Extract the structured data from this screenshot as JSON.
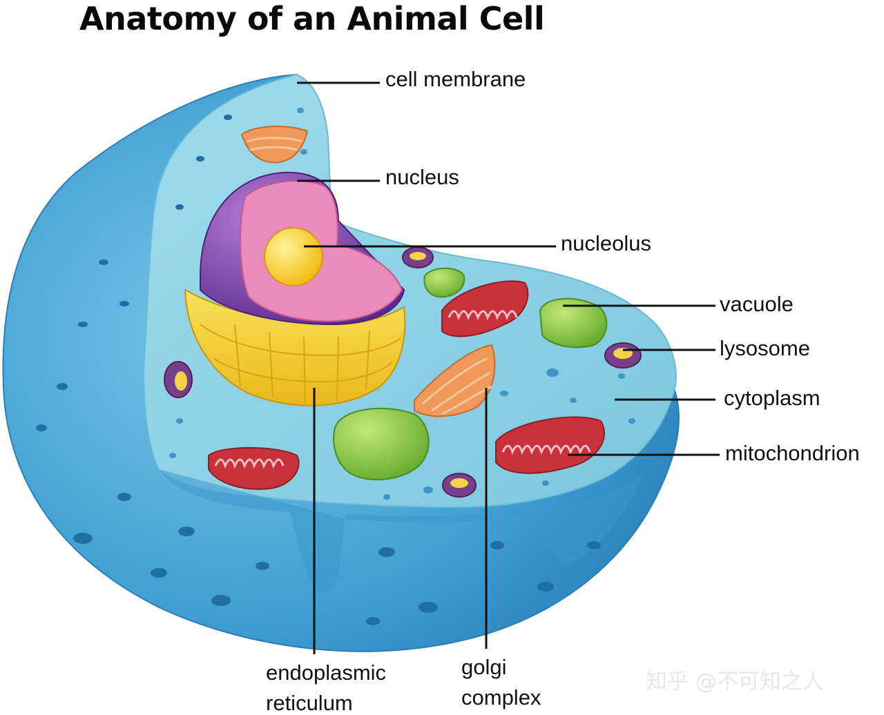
{
  "title": "Anatomy of an Animal Cell",
  "labels": {
    "cell_membrane": "cell membrane",
    "nucleus": "nucleus",
    "nucleolus": "nucleolus",
    "vacuole": "vacuole",
    "lysosome": "lysosome",
    "cytoplasm": "cytoplasm",
    "mitochondrion": "mitochondrion",
    "endoplasmic_reticulum_line1": "endoplasmic",
    "endoplasmic_reticulum_line2": "reticulum",
    "golgi_line1": "golgi",
    "golgi_line2": "complex"
  },
  "watermark": "知乎 @不可知之人",
  "colors": {
    "cell_outer": "#4fa9d6",
    "cytoplasm": "#8fd3e6",
    "nucleus_envelope": "#7b3fa8",
    "nucleoplasm": "#e889b8",
    "nucleolus": "#f5d020",
    "endoplasmic_reticulum": "#f3d12c",
    "mitochondrion": "#c9323a",
    "vacuole": "#8cc63e",
    "golgi": "#ef9a5a",
    "lysosome": "#7a3f8a"
  }
}
